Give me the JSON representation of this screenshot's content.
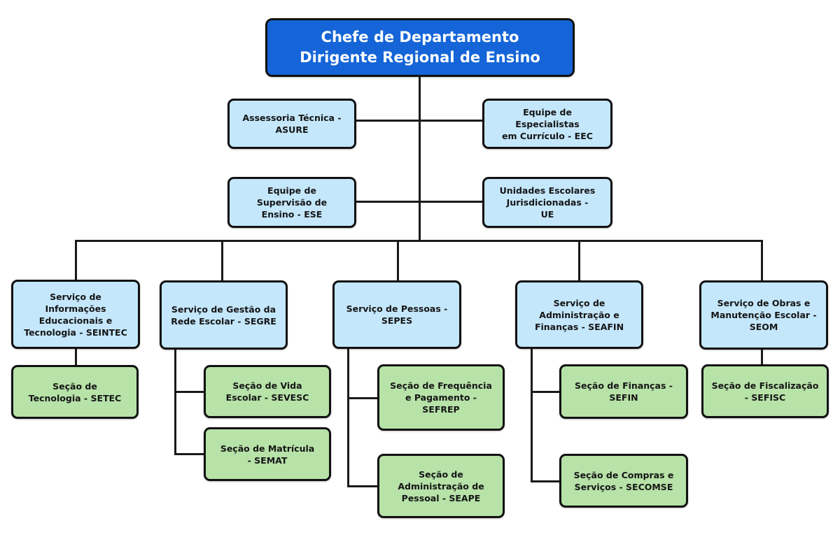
{
  "title": {
    "lines": "Chefe de Departamento\nDirigente Regional de Ensino",
    "color": "#1565d8"
  },
  "advisory": [
    {
      "id": "ASURE",
      "label": "Assessoria Técnica -\nASURE"
    },
    {
      "id": "EEC",
      "label": "Equipe de Especialistas\nem Currículo - EEC"
    },
    {
      "id": "ESE",
      "label": "Equipe de\nSupervisão de\nEnsino - ESE"
    },
    {
      "id": "UE",
      "label": "Unidades Escolares\nJurisdicionadas -\nUE"
    }
  ],
  "services": [
    {
      "id": "SEINTEC",
      "label": "Serviço de Informações\nEducacionais e\nTecnologia - SEINTEC",
      "sections": [
        {
          "id": "SETEC",
          "label": "Seção de\nTecnologia - SETEC"
        }
      ]
    },
    {
      "id": "SEGRE",
      "label": "Serviço de Gestão da\nRede Escolar - SEGRE",
      "sections": [
        {
          "id": "SEVESC",
          "label": "Seção de Vida\nEscolar - SEVESC"
        },
        {
          "id": "SEMAT",
          "label": "Seção de Matrícula\n- SEMAT"
        }
      ]
    },
    {
      "id": "SEPES",
      "label": "Serviço de Pessoas -\nSEPES",
      "sections": [
        {
          "id": "SEFREP",
          "label": "Seção de Frequência\ne Pagamento -\nSEFREP"
        },
        {
          "id": "SEAPE",
          "label": "Seção de\nAdministração de\nPessoal - SEAPE"
        }
      ]
    },
    {
      "id": "SEAFIN",
      "label": "Serviço de\nAdministração e\nFinanças - SEAFIN",
      "sections": [
        {
          "id": "SEFIN",
          "label": "Seção de Finanças -\nSEFIN"
        },
        {
          "id": "SECOMSE",
          "label": "Seção de Compras e\nServiços - SECOMSE"
        }
      ]
    },
    {
      "id": "SEOM",
      "label": "Serviço de Obras e\nManutenção Escolar -\nSEOM",
      "sections": [
        {
          "id": "SEFISC",
          "label": "Seção de Fiscalização\n- SEFISC"
        }
      ]
    }
  ],
  "colors": {
    "service_fill": "#c4e7fb",
    "section_fill": "#b7e2a8",
    "border": "#111111"
  }
}
